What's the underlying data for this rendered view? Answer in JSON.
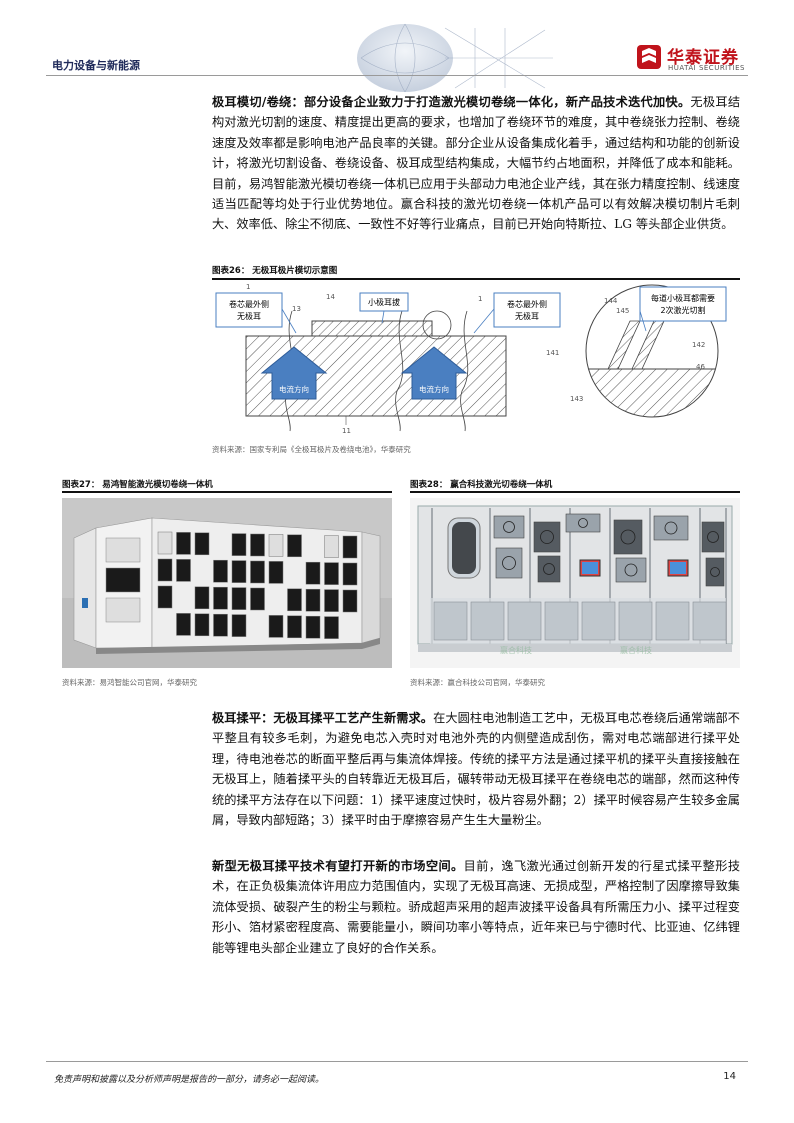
{
  "header": {
    "section": "电力设备与新能源",
    "logo_cn": "华泰证券",
    "logo_en": "HUATAI SECURITIES"
  },
  "para1": {
    "lead": "极耳模切/卷绕：部分设备企业致力于打造激光模切卷绕一体化，新产品技术迭代加快。",
    "body": "无极耳结构对激光切割的速度、精度提出更高的要求，也增加了卷绕环节的难度，其中卷绕张力控制、卷绕速度及效率都是影响电池产品良率的关键。部分企业从设备集成化着手，通过结构和功能的创新设计，将激光切割设备、卷绕设备、极耳成型结构集成，大幅节约占地面积，并降低了成本和能耗。目前，易鸿智能激光模切卷绕一体机已应用于头部动力电池企业产线，其在张力精度控制、线速度适当匹配等均处于行业优势地位。赢合科技的激光切卷绕一体机产品可以有效解决模切制片毛刺大、效率低、除尘不彻底、一致性不好等行业痛点，目前已开始向特斯拉、LG 等头部企业供货。"
  },
  "fig26": {
    "title": "图表26：  无极耳极片模切示意图",
    "source": "资料来源：国家专利局《全极耳极片及卷绕电池》，华泰研究",
    "labels": {
      "core_left": "卷芯最外侧\n无极耳",
      "small_tab": "小极耳拔",
      "core_right": "卷芯最外侧\n无极耳",
      "laser_note": "每道小极耳都需要\n2次激光切割",
      "flow": "电流方向",
      "n1": "1",
      "n11": "11",
      "n13": "13",
      "n14": "14",
      "n141": "141",
      "n142": "142",
      "n143": "143",
      "n144": "144",
      "n145": "145",
      "n46": "46"
    }
  },
  "fig27": {
    "title": "图表27：  易鸿智能激光模切卷绕一体机",
    "source": "资料来源：易鸿智能公司官网，华泰研究"
  },
  "fig28": {
    "title": "图表28：  赢合科技激光切卷绕一体机",
    "source": "资料来源：赢合科技公司官网，华泰研究",
    "watermark": "赢合科技"
  },
  "para2": {
    "lead": "极耳揉平：无极耳揉平工艺产生新需求。",
    "body": "在大圆柱电池制造工艺中，无极耳电芯卷绕后通常端部不平整且有较多毛刺，为避免电芯入壳时对电池外壳的内侧壁造成刮伤，需对电芯端部进行揉平处理，待电池卷芯的断面平整后再与集流体焊接。传统的揉平方法是通过揉平机的揉平头直接接触在无极耳上，随着揉平头的自转靠近无极耳后，碾转带动无极耳揉平在卷绕电芯的端部，然而这种传统的揉平方法存在以下问题：1）揉平速度过快时，极片容易外翻；2）揉平时候容易产生较多金属屑，导致内部短路；3）揉平时由于摩擦容易产生生大量粉尘。"
  },
  "para3": {
    "lead": "新型无极耳揉平技术有望打开新的市场空间。",
    "body": "目前，逸飞激光通过创新开发的行星式揉平整形技术，在正负极集流体许用应力范围值内，实现了无极耳高速、无损成型，严格控制了因摩擦导致集流体受损、破裂产生的粉尘与颗粒。骄成超声采用的超声波揉平设备具有所需压力小、揉平过程变形小、箔材紧密程度高、需要能量小，瞬间功率小等特点，近年来已与宁德时代、比亚迪、亿纬锂能等锂电头部企业建立了良好的合作关系。"
  },
  "footer": {
    "note": "免责声明和披露以及分析师声明是报告的一部分，请务必一起阅读。",
    "page": "14"
  },
  "colors": {
    "brand_red": "#c0131b",
    "navy": "#1f2a5a",
    "diagram_blue": "#4a7fc1"
  }
}
